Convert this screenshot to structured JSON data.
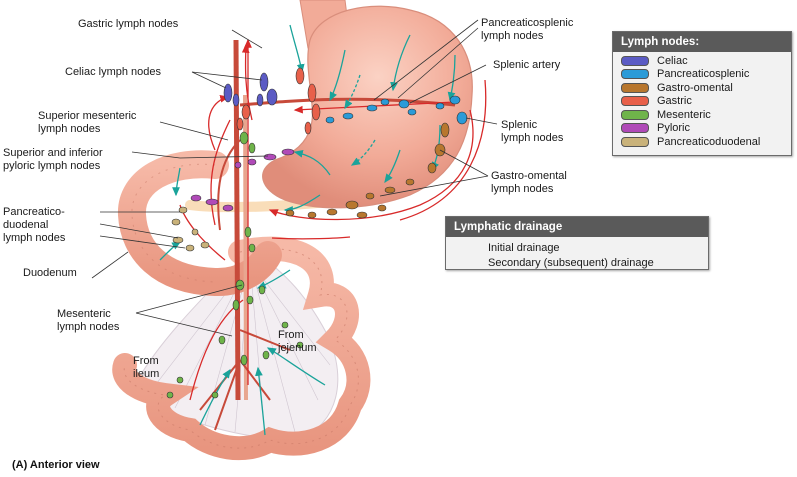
{
  "labels": {
    "gastric": "Gastric lymph nodes",
    "celiac_1": "Celiac lymph nodes",
    "sup_mes_1": "Superior mesenteric",
    "sup_mes_2": "lymph nodes",
    "sup_inf_1": "Superior and inferior",
    "sup_inf_2": "pyloric lymph nodes",
    "pd_1": "Pancreatico-",
    "pd_2": "duodenal",
    "pd_3": "lymph nodes",
    "duodenum": "Duodenum",
    "mes_1": "Mesenteric",
    "mes_2": "lymph nodes",
    "ileum_1": "From",
    "ileum_2": "ileum",
    "jej_1": "From",
    "jej_2": "jejenum",
    "ps_1": "Pancreaticosplenic",
    "ps_2": "lymph nodes",
    "splenic_artery": "Splenic artery",
    "splenic_ln_1": "Splenic",
    "splenic_ln_2": "lymph nodes",
    "go_1": "Gastro-omental",
    "go_2": "lymph nodes"
  },
  "legend": {
    "title": "Lymph nodes:",
    "items": [
      {
        "label": "Celiac",
        "color": "#5b5bc4"
      },
      {
        "label": "Pancreaticosplenic",
        "color": "#2b9bd8"
      },
      {
        "label": "Gastro-omental",
        "color": "#b8772e"
      },
      {
        "label": "Gastric",
        "color": "#e8604a"
      },
      {
        "label": "Mesenteric",
        "color": "#6fb44a"
      },
      {
        "label": "Pyloric",
        "color": "#b04ab8"
      },
      {
        "label": "Pancreaticoduodenal",
        "color": "#c9b27a"
      }
    ]
  },
  "drainage": {
    "title": "Lymphatic drainage",
    "items": [
      {
        "label": "Initial drainage",
        "color": "#1aa39a"
      },
      {
        "label": "Secondary (subsequent) drainage",
        "color": "#d82a2a"
      }
    ]
  },
  "caption": "(A) Anterior view"
}
